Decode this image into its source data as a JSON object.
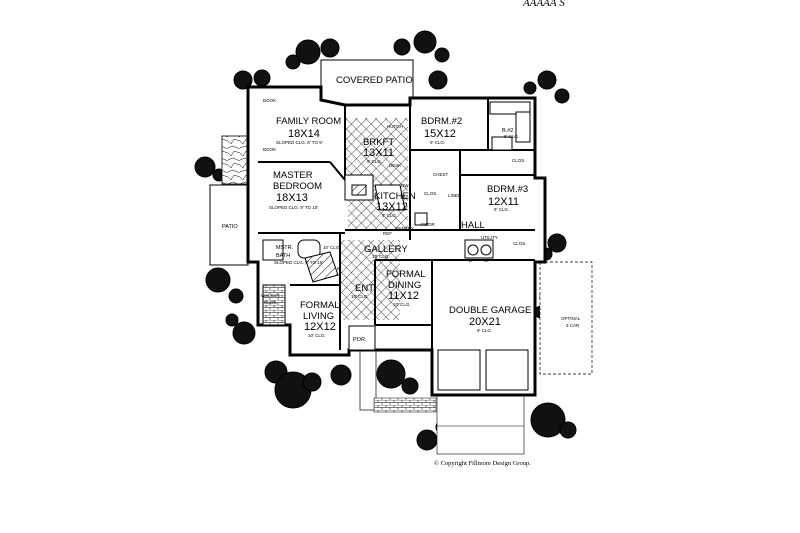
{
  "corner_text": "ÁÁÁÁÁ S",
  "copyright": "© Copyright Fillmore Design Group.",
  "rooms": {
    "covered_patio": {
      "name": "COVERED PATIO"
    },
    "family_room": {
      "name": "FAMILY ROOM",
      "dim": "18X14",
      "note": "SLOPED CLG. 8' TO 9'"
    },
    "brkft": {
      "name": "BRKFT",
      "dim": "13X11",
      "note": "9' CLG."
    },
    "bdrm2": {
      "name": "BDRM.#2",
      "dim": "15X12",
      "note": "9' CLG."
    },
    "bath2": {
      "name": "B.#2",
      "note": "8' CLG."
    },
    "master_bedroom": {
      "name": "MASTER",
      "name2": "BEDROOM",
      "dim": "18X13",
      "note": "SLOPED CLG. 9' TO 10'"
    },
    "kitchen": {
      "name": "KITCHEN",
      "dim": "13X12",
      "note": "9' CLG."
    },
    "bdrm3": {
      "name": "BDRM.#3",
      "dim": "12X11",
      "note": "9' CLG."
    },
    "patio": {
      "name": "PATIO"
    },
    "mstr_bath": {
      "name": "MSTR.",
      "name2": "BATH",
      "note": "SLOPED CLG. 9' TO 10'"
    },
    "gallery": {
      "name": "GALLERY",
      "note": "10' CLG."
    },
    "hall": {
      "name": "HALL"
    },
    "utility": {
      "name": "UTILITY"
    },
    "formal_dining": {
      "name": "FORMAL",
      "name2": "DINING",
      "dim": "11X12",
      "note": "10' CLG."
    },
    "ent": {
      "name": "ENT",
      "note": "10' CLG."
    },
    "formal_living": {
      "name": "FORMAL",
      "name2": "LIVING",
      "dim": "12X12",
      "note": "10' CLG."
    },
    "double_garage": {
      "name": "DOUBLE GARAGE",
      "dim": "20X21",
      "note": "9' CLG."
    },
    "optional_car": {
      "name": "OPTINAL",
      "name2": "3 CAR"
    },
    "porch": {
      "name": "POR."
    }
  },
  "labels": {
    "book_upper": "BOOK",
    "book_lower": "BOOK",
    "closet_1": "CLOS.",
    "closet_2": "CLOS.",
    "closet_3": "CLOS.",
    "chest": "CHEST",
    "linen": "LINEN",
    "walk_in": "WALK-IN",
    "walk_in_clos": "CLOS.",
    "in_label": "IN",
    "dw": "DW",
    "ref": "REF",
    "pantry": "PANTRY",
    "pwdr": "PWDR",
    "hutch": "HUTCH",
    "desk": "DESK",
    "clg_10": "10' CLG.",
    "w": "W",
    "d": "D"
  }
}
